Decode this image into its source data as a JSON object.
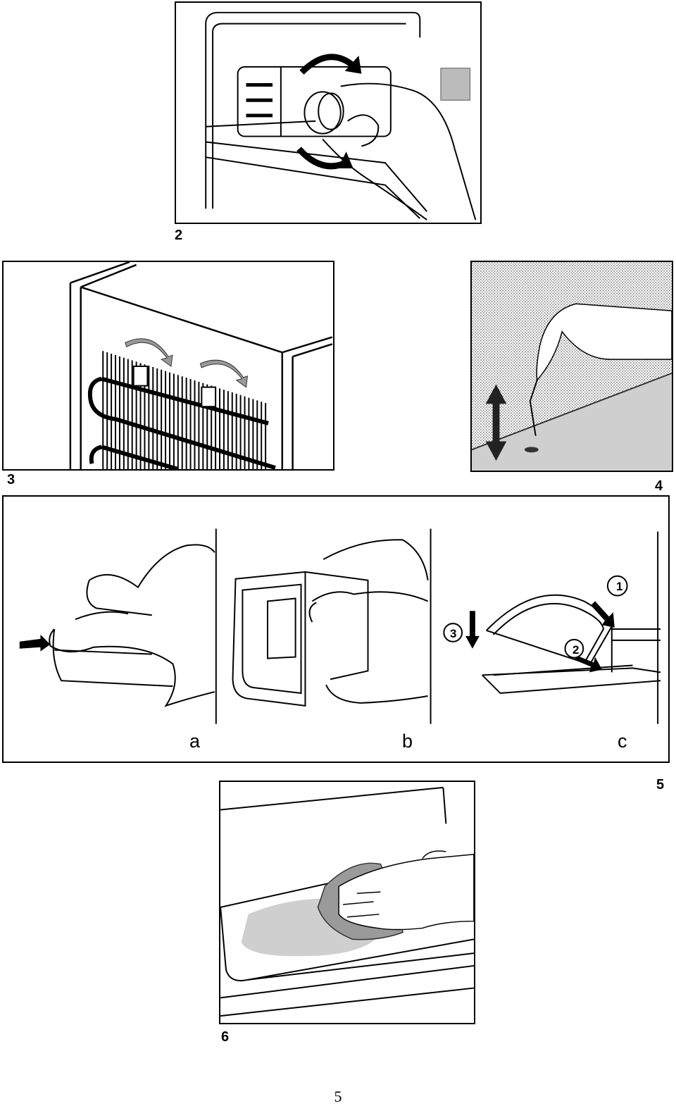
{
  "figures": {
    "fig2": {
      "number": "2",
      "icon": "thermostat-knob-rotation"
    },
    "fig3": {
      "number": "3",
      "icon": "rear-condenser-spacers"
    },
    "fig4": {
      "number": "4",
      "icon": "drain-hole-cleaning"
    },
    "fig5": {
      "number": "5",
      "panels": [
        {
          "letter": "a"
        },
        {
          "letter": "b"
        },
        {
          "letter": "c"
        }
      ],
      "callouts": [
        "1",
        "2",
        "3"
      ]
    },
    "fig6": {
      "number": "6",
      "icon": "wiping-shelf"
    }
  },
  "page": {
    "number": "5"
  }
}
